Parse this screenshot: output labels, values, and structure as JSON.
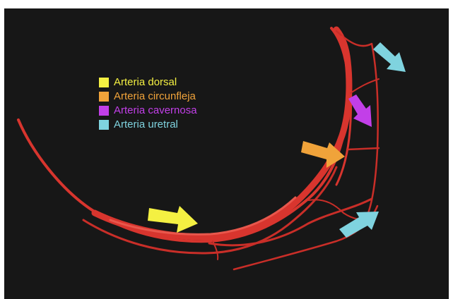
{
  "legend": [
    {
      "label": "Arteria dorsal",
      "color": "#f4f042"
    },
    {
      "label": "Arteria circunfleja",
      "color": "#f0a33a"
    },
    {
      "label": "Arteria cavernosa",
      "color": "#c23fe8"
    },
    {
      "label": "Arteria uretral",
      "color": "#7fd3df"
    }
  ],
  "colors": {
    "background": "#171717",
    "vessel": "#d8352e",
    "vessel_dark": "#a8231f"
  },
  "arrows": [
    {
      "name": "dorsal-arrow",
      "color_ref": 0
    },
    {
      "name": "circumflex-arrow",
      "color_ref": 1
    },
    {
      "name": "cavernous-arrow",
      "color_ref": 2
    },
    {
      "name": "urethral-arrow-top",
      "color_ref": 3
    },
    {
      "name": "urethral-arrow-bottom",
      "color_ref": 3
    }
  ]
}
